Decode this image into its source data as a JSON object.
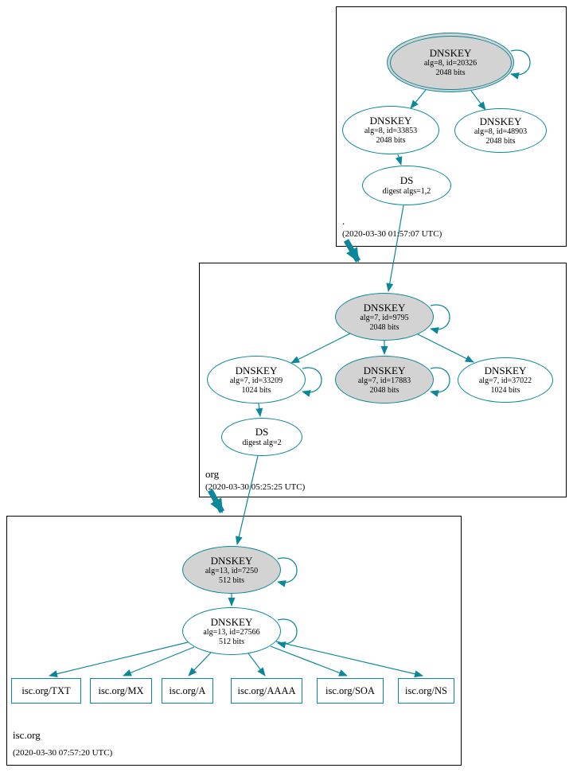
{
  "colors": {
    "teal": "#0a879a",
    "gray": "#d3d3d3"
  },
  "zones": {
    "root": {
      "label": ".",
      "timestamp": "(2020-03-30 01:57:07 UTC)",
      "ksk": {
        "type": "DNSKEY",
        "meta": "alg=8, id=20326",
        "bits": "2048 bits"
      },
      "zsk": {
        "type": "DNSKEY",
        "meta": "alg=8, id=33853",
        "bits": "2048 bits"
      },
      "key3": {
        "type": "DNSKEY",
        "meta": "alg=8, id=48903",
        "bits": "2048 bits"
      },
      "ds": {
        "type": "DS",
        "meta": "digest algs=1,2"
      }
    },
    "org": {
      "label": "org",
      "timestamp": "(2020-03-30 05:25:25 UTC)",
      "ksk": {
        "type": "DNSKEY",
        "meta": "alg=7, id=9795",
        "bits": "2048 bits"
      },
      "zsk": {
        "type": "DNSKEY",
        "meta": "alg=7, id=33209",
        "bits": "1024 bits"
      },
      "key3": {
        "type": "DNSKEY",
        "meta": "alg=7, id=17883",
        "bits": "2048 bits"
      },
      "key4": {
        "type": "DNSKEY",
        "meta": "alg=7, id=37022",
        "bits": "1024 bits"
      },
      "ds": {
        "type": "DS",
        "meta": "digest alg=2"
      }
    },
    "isc": {
      "label": "isc.org",
      "timestamp": "(2020-03-30 07:57:20 UTC)",
      "ksk": {
        "type": "DNSKEY",
        "meta": "alg=13, id=7250",
        "bits": "512 bits"
      },
      "zsk": {
        "type": "DNSKEY",
        "meta": "alg=13, id=27566",
        "bits": "512 bits"
      },
      "records": [
        "isc.org/TXT",
        "isc.org/MX",
        "isc.org/A",
        "isc.org/AAAA",
        "isc.org/SOA",
        "isc.org/NS"
      ]
    }
  }
}
